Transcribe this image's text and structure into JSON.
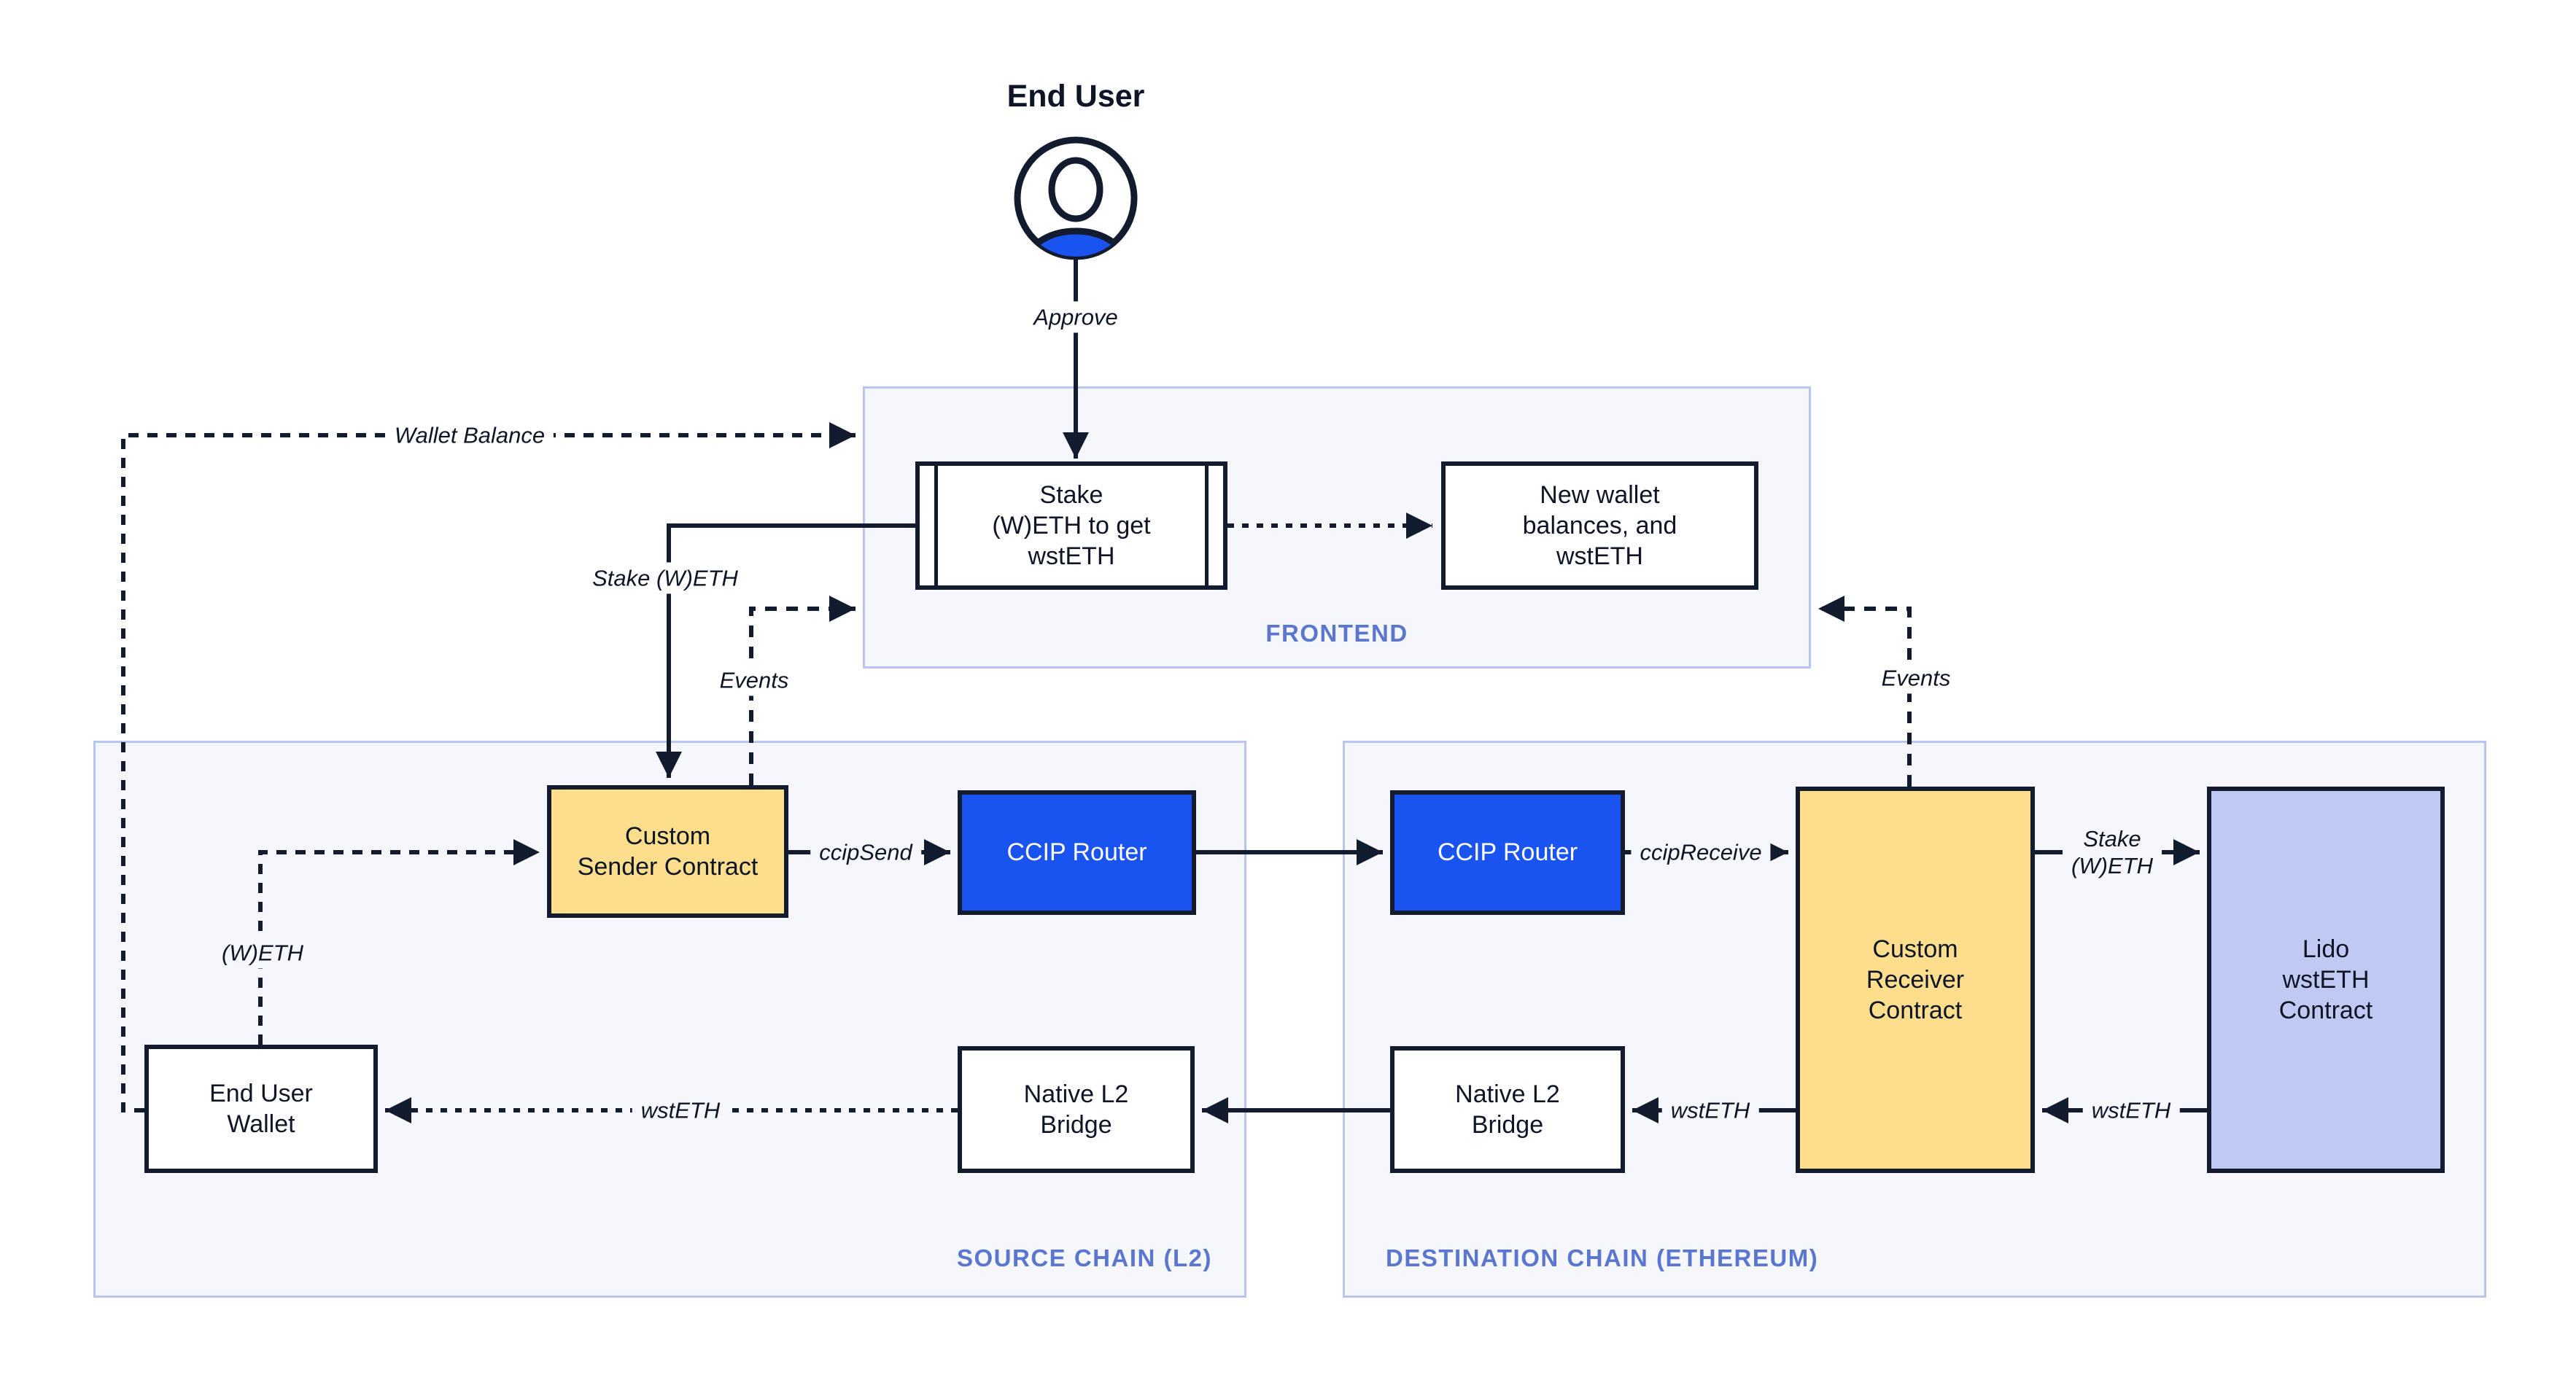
{
  "colors": {
    "ink": "#131c2e",
    "accent_blue": "#1a54f0",
    "contract_yellow": "#fcde8c",
    "contract_periwinkle": "#bfc9f2",
    "container_fill": "#f5f7fd",
    "container_border": "#b9c5f1",
    "container_label_blue": "#5b76ce"
  },
  "actor": {
    "label": "End User"
  },
  "containers": {
    "frontend": {
      "label": "FRONTEND"
    },
    "source_chain": {
      "label": "SOURCE CHAIN (L2)"
    },
    "destination_chain": {
      "label": "DESTINATION CHAIN (ETHEREUM)"
    }
  },
  "nodes": {
    "stake_action": {
      "label": "Stake\n(W)ETH to get\nwstETH"
    },
    "new_balances": {
      "label": "New wallet\nbalances, and\nwstETH"
    },
    "custom_sender": {
      "label": "Custom\nSender Contract"
    },
    "ccip_router_source": {
      "label": "CCIP Router"
    },
    "ccip_router_destination": {
      "label": "CCIP Router"
    },
    "custom_receiver": {
      "label": "Custom\nReceiver\nContract"
    },
    "lido_wsteth": {
      "label": "Lido\nwstETH\nContract"
    },
    "end_user_wallet": {
      "label": "End User\nWallet"
    },
    "native_bridge_source": {
      "label": "Native L2\nBridge"
    },
    "native_bridge_destination": {
      "label": "Native L2\nBridge"
    }
  },
  "edge_labels": {
    "approve": "Approve",
    "wallet_balance": "Wallet Balance",
    "stake_weth": "Stake (W)ETH",
    "events_left": "Events",
    "events_right": "Events",
    "ccip_send": "ccipSend",
    "ccip_receive": "ccipReceive",
    "stake_weth_right": "Stake\n(W)ETH",
    "wsteth_lido_to_receiver": "wstETH",
    "wsteth_receiver_to_bridge": "wstETH",
    "wsteth_bridge_to_wallet": "wstETH",
    "weth": "(W)ETH"
  }
}
